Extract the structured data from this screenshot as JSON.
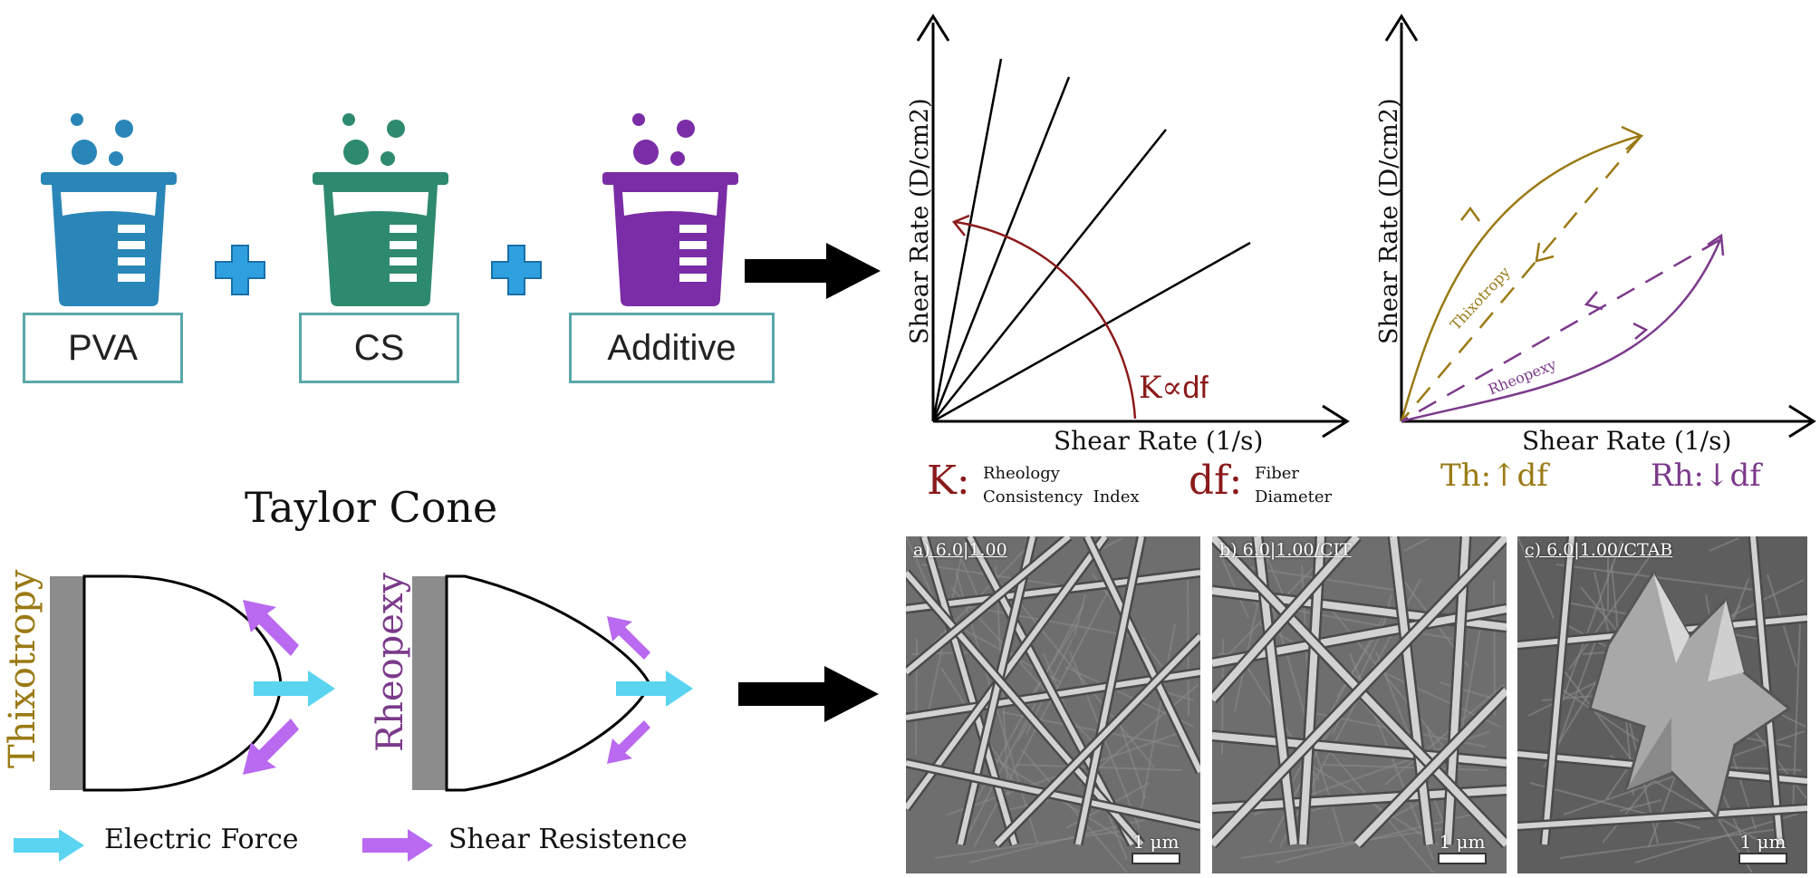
{
  "ingredients": [
    {
      "label": "PVA",
      "color": "#2a86b8"
    },
    {
      "label": "CS",
      "color": "#2e8a6e"
    },
    {
      "label": "Additive",
      "color": "#7a2da6"
    }
  ],
  "plus_color": "#2ea0e0",
  "chart_left": {
    "ylabel": "Shear Rate (D/cm2)",
    "xlabel": "Shear Rate (1/s)",
    "annotation": {
      "K": "K",
      "prop": "∝",
      "df": "df"
    },
    "color_accent": "#8b1a1a"
  },
  "chart_right": {
    "ylabel": "Shear Rate (D/cm2)",
    "xlabel": "Shear Rate (1/s)",
    "thixotropy_label": "Thixotropy",
    "rheopexy_label": "Rheopexy",
    "thixotropy_color": "#9a7a14",
    "rheopexy_color": "#7b3a8a"
  },
  "definitions": {
    "k_symbol": "K:",
    "k_line1": "Rheology",
    "k_line2": "Consistency  Index",
    "df_symbol": "df:",
    "df_line1": "Fiber",
    "df_line2": "Diameter",
    "th_text": "Th:",
    "th_effect": "↑df",
    "rh_text": "Rh:",
    "rh_effect": "↓df"
  },
  "taylor": {
    "title": "Taylor Cone",
    "left_label": "Thixotropy",
    "right_label": "Rheopexy"
  },
  "legend": {
    "electric": "Electric Force",
    "shear": "Shear Resistence",
    "electric_color": "#5ad4f0",
    "shear_color": "#b96af0"
  },
  "sem_images": [
    {
      "label": "a) 6.0|1.00",
      "scale": "1 μm"
    },
    {
      "label": "b) 6.0|1.00/CIT",
      "scale": "1 μm"
    },
    {
      "label": "c) 6.0|1.00/CTAB",
      "scale": "1 μm"
    }
  ]
}
